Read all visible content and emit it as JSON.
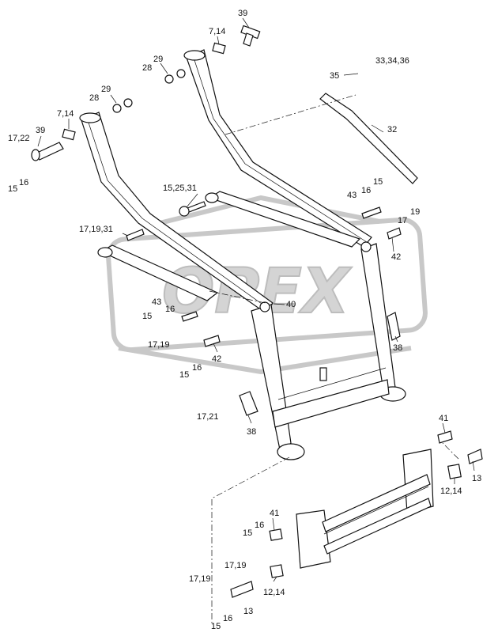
{
  "watermark": {
    "text": "OPEX"
  },
  "callouts": [
    {
      "id": "c01",
      "text": "39"
    },
    {
      "id": "c02",
      "text": "7,14"
    },
    {
      "id": "c03",
      "text": "29"
    },
    {
      "id": "c04",
      "text": "28"
    },
    {
      "id": "c05",
      "text": "33,34,36"
    },
    {
      "id": "c06",
      "text": "35"
    },
    {
      "id": "c07",
      "text": "29"
    },
    {
      "id": "c08",
      "text": "28"
    },
    {
      "id": "c09",
      "text": "7,14"
    },
    {
      "id": "c10",
      "text": "32"
    },
    {
      "id": "c11",
      "text": "17,22"
    },
    {
      "id": "c12",
      "text": "39"
    },
    {
      "id": "c13",
      "text": "15"
    },
    {
      "id": "c14",
      "text": "16"
    },
    {
      "id": "c15",
      "text": "15,25,31"
    },
    {
      "id": "c16",
      "text": "15"
    },
    {
      "id": "c17",
      "text": "43"
    },
    {
      "id": "c18",
      "text": "16"
    },
    {
      "id": "c19",
      "text": "17"
    },
    {
      "id": "c20",
      "text": "19"
    },
    {
      "id": "c21",
      "text": "17,19,31"
    },
    {
      "id": "c22",
      "text": "42"
    },
    {
      "id": "c23",
      "text": "43"
    },
    {
      "id": "c24",
      "text": "16"
    },
    {
      "id": "c25",
      "text": "40"
    },
    {
      "id": "c26",
      "text": "15"
    },
    {
      "id": "c27",
      "text": "17,19"
    },
    {
      "id": "c28",
      "text": "38"
    },
    {
      "id": "c29",
      "text": "42"
    },
    {
      "id": "c30",
      "text": "16"
    },
    {
      "id": "c31",
      "text": "15"
    },
    {
      "id": "c32",
      "text": "17,21"
    },
    {
      "id": "c33",
      "text": "38"
    },
    {
      "id": "c34",
      "text": "41"
    },
    {
      "id": "c35",
      "text": "13"
    },
    {
      "id": "c36",
      "text": "12,14"
    },
    {
      "id": "c37",
      "text": "41"
    },
    {
      "id": "c38",
      "text": "16"
    },
    {
      "id": "c39",
      "text": "15"
    },
    {
      "id": "c40",
      "text": "17,19"
    },
    {
      "id": "c41",
      "text": "17,19"
    },
    {
      "id": "c42",
      "text": "12,14"
    },
    {
      "id": "c43",
      "text": "13"
    },
    {
      "id": "c44",
      "text": "16"
    },
    {
      "id": "c45",
      "text": "15"
    }
  ]
}
